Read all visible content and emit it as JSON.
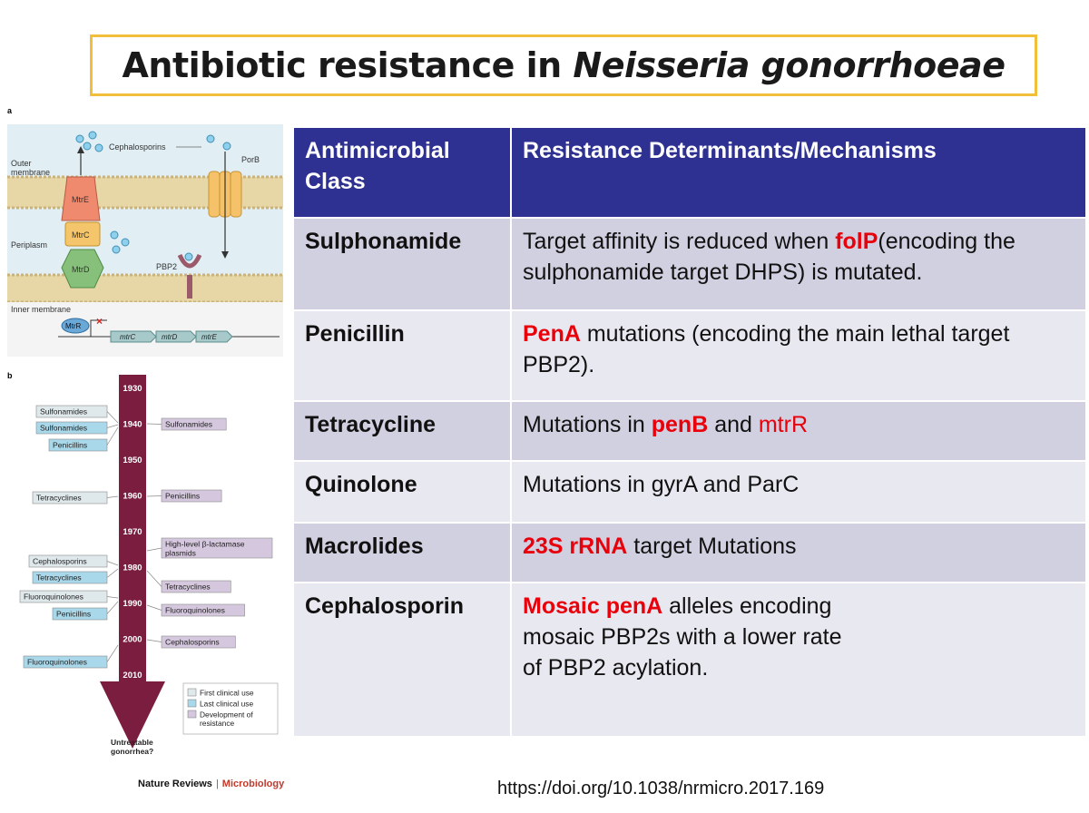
{
  "title": {
    "prefix": "Antibiotic resistance in ",
    "italic": "Neisseria gonorrhoeae"
  },
  "figure_a": {
    "panel": "a",
    "labels": {
      "outer_membrane": [
        "Outer",
        "membrane"
      ],
      "periplasm": "Periplasm",
      "inner_membrane": "Inner membrane",
      "cephalosporins": "Cephalosporins",
      "porb": "PorB",
      "pbp2": "PBP2",
      "mtre": "MtrE",
      "mtrc": "MtrC",
      "mtrd": "MtrD",
      "mtrr": "MtrR",
      "genes": [
        "mtrC",
        "mtrD",
        "mtrE"
      ]
    }
  },
  "figure_b": {
    "panel": "b",
    "years": [
      "1930",
      "1940",
      "1950",
      "1960",
      "1970",
      "1980",
      "1990",
      "2000",
      "2010"
    ],
    "left_boxes": [
      {
        "text": "Sulfonamides",
        "kind": "first"
      },
      {
        "text": "Sulfonamides",
        "kind": "last"
      },
      {
        "text": "Penicillins",
        "kind": "last"
      },
      {
        "text": "Tetracyclines",
        "kind": "first"
      },
      {
        "text": "Cephalosporins",
        "kind": "first"
      },
      {
        "text": "Tetracyclines",
        "kind": "last"
      },
      {
        "text": "Fluoroquinolones",
        "kind": "first"
      },
      {
        "text": "Penicillins",
        "kind": "last"
      },
      {
        "text": "Fluoroquinolones",
        "kind": "last"
      }
    ],
    "right_boxes": [
      {
        "text": "Sulfonamides",
        "kind": "resist"
      },
      {
        "text": "Penicillins",
        "kind": "resist"
      },
      {
        "text": "High-level β-lactamase plasmids",
        "kind": "resist"
      },
      {
        "text": "Tetracyclines",
        "kind": "resist"
      },
      {
        "text": "Fluoroquinolones",
        "kind": "resist"
      },
      {
        "text": "Cephalosporins",
        "kind": "resist"
      }
    ],
    "end_label": [
      "Untreatable",
      "gonorrhea?"
    ],
    "legend": [
      {
        "text": "First clinical use",
        "kind": "first"
      },
      {
        "text": "Last clinical use",
        "kind": "last"
      },
      {
        "text": "Development of resistance",
        "kind": "resist"
      }
    ],
    "colors": {
      "first": "#dfe9ec",
      "last": "#a9d8ea",
      "resist": "#d5c7de",
      "arrow": "#7b1d3e"
    }
  },
  "credit": {
    "journal": "Nature Reviews",
    "section": "Microbiology"
  },
  "table": {
    "headers": [
      "Antimicrobial Class",
      "Resistance Determinants/Mechanisms"
    ],
    "rows": [
      {
        "cls": "Sulphonamide",
        "parts": [
          {
            "t": "Target affinity is reduced when "
          },
          {
            "t": "folP",
            "red": true,
            "bold": true
          },
          {
            "t": "(encoding the sulphonamide target DHPS) is mutated."
          }
        ]
      },
      {
        "cls": "Penicillin",
        "parts": [
          {
            "t": "PenA",
            "red": true,
            "bold": true
          },
          {
            "t": " mutations (encoding the main lethal target PBP2)."
          }
        ]
      },
      {
        "cls": "Tetracycline",
        "parts": [
          {
            "t": "Mutations in "
          },
          {
            "t": "penB",
            "red": true,
            "bold": true
          },
          {
            "t": " and "
          },
          {
            "t": "mtrR",
            "red": true
          }
        ]
      },
      {
        "cls": "Quinolone",
        "parts": [
          {
            "t": "Mutations in gyrA and ParC"
          }
        ]
      },
      {
        "cls": "Macrolides",
        "parts": [
          {
            "t": "23S rRNA",
            "red": true,
            "bold": true
          },
          {
            "t": " target Mutations"
          }
        ]
      },
      {
        "cls": "Cephalosporin",
        "parts": [
          {
            "t": "Mosaic penA",
            "red": true,
            "bold": true
          },
          {
            "t": " alleles encoding\nmosaic PBP2s with a lower rate\nof PBP2 acylation."
          }
        ]
      }
    ]
  },
  "doi": "https://doi.org/10.1038/nrmicro.2017.169"
}
